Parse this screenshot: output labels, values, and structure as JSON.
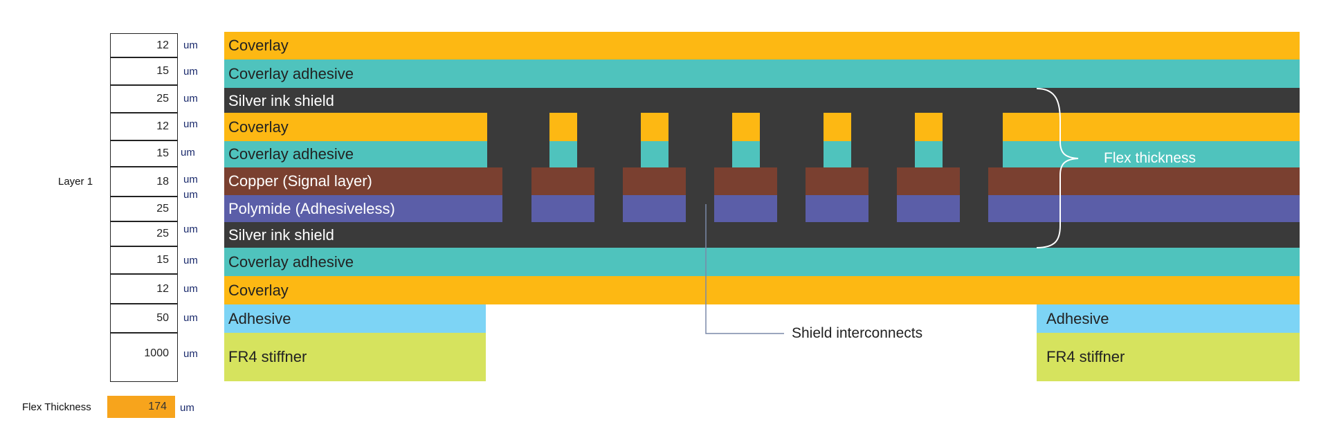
{
  "stackup": {
    "layer_name": "Layer 1",
    "rows": [
      {
        "value": "12",
        "unit": "um"
      },
      {
        "value": "15",
        "unit": "um"
      },
      {
        "value": "25",
        "unit": "um"
      },
      {
        "value": "12",
        "unit": "um"
      },
      {
        "value": "15",
        "unit": "um"
      },
      {
        "value": "18",
        "unit": "um"
      },
      {
        "value": "25",
        "unit": "um"
      },
      {
        "value": "25",
        "unit": "um"
      },
      {
        "value": "15",
        "unit": "um"
      },
      {
        "value": "12",
        "unit": "um"
      },
      {
        "value": "50",
        "unit": "um"
      },
      {
        "value": "1000",
        "unit": "um"
      }
    ],
    "extra_unit": "um",
    "total_label": "Flex Thickness",
    "total_value": "174",
    "total_unit": "um"
  },
  "layers": {
    "coverlay_top": "Coverlay",
    "coverlay_adhesive_top": "Coverlay adhesive",
    "silver_ink_top": "Silver ink shield",
    "coverlay_inner": "Coverlay",
    "coverlay_adhesive_inner": "Coverlay adhesive",
    "copper": "Copper (Signal layer)",
    "polymide": "Polymide (Adhesiveless)",
    "silver_ink_bottom": "Silver ink shield",
    "coverlay_adhesive_bottom": "Coverlay adhesive",
    "coverlay_bottom": "Coverlay",
    "adhesive_left": "Adhesive",
    "fr4_left": "FR4 stiffner",
    "adhesive_right": "Adhesive",
    "fr4_right": "FR4 stiffner"
  },
  "annotations": {
    "flex_thickness": "Flex thickness",
    "shield_interconnects": "Shield interconnects"
  },
  "colors": {
    "coverlay": "#fdb813",
    "coverlay_adhesive": "#4fc3bd",
    "silver_ink": "#3a3a3a",
    "copper": "#7a4030",
    "polymide": "#5b5ea8",
    "adhesive": "#7dd4f5",
    "fr4": "#d6e35e",
    "total_box": "#f7a41c"
  }
}
